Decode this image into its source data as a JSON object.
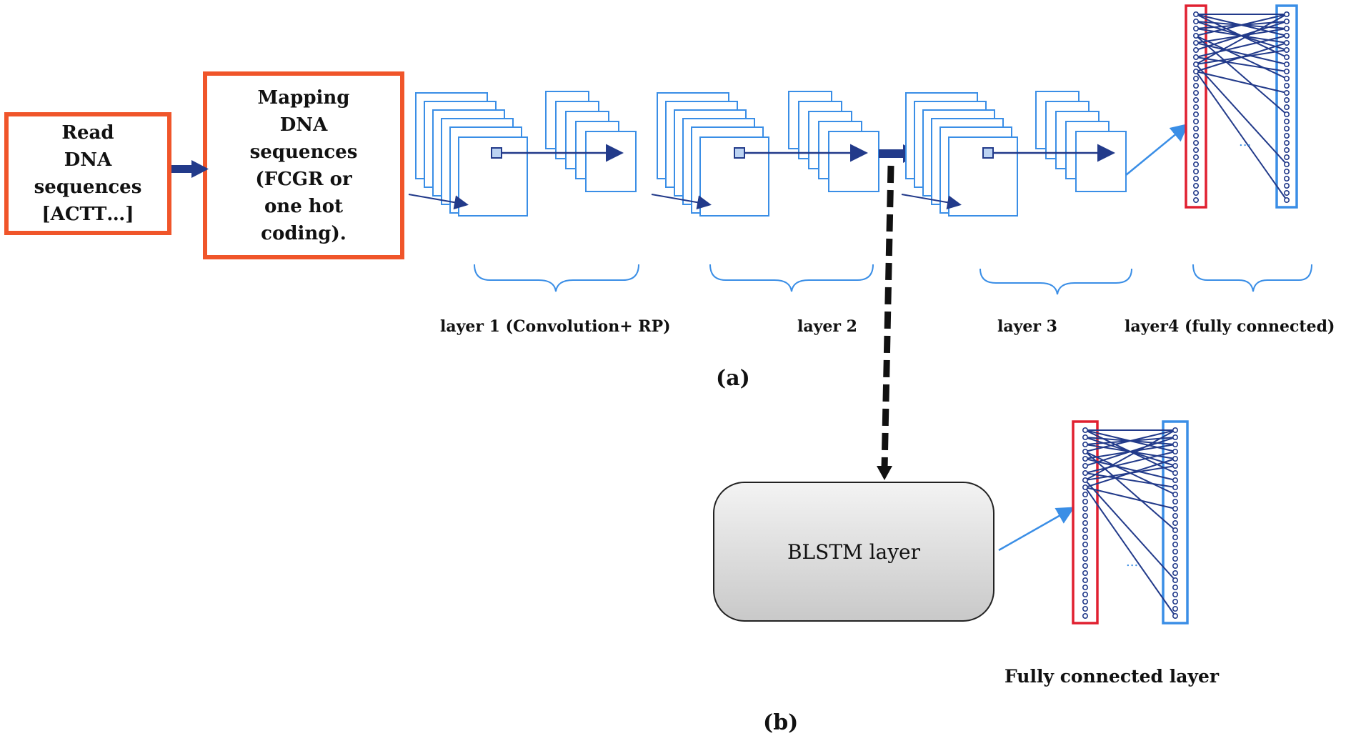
{
  "boxes": {
    "read_lines": [
      "Read",
      "DNA",
      "sequences",
      "[ACTT…]"
    ],
    "mapping_lines": [
      "Mapping",
      "DNA",
      "sequences",
      "(FCGR or",
      "one hot",
      "coding)."
    ]
  },
  "layers": {
    "layer1": "layer 1 (Convolution+ RP)",
    "layer2": "layer 2",
    "layer3": "layer 3",
    "layer4": "layer4 (fully connected)"
  },
  "captions": {
    "a": "(a)",
    "b": "(b)"
  },
  "blstm": {
    "label": "BLSTM layer"
  },
  "fully_connected": {
    "label": "Fully connected layer",
    "ellipsis": "..."
  },
  "colors": {
    "orange": "#f0552a",
    "blue": "#3a8ee6",
    "navy": "#223a8a",
    "red": "#e02030"
  }
}
